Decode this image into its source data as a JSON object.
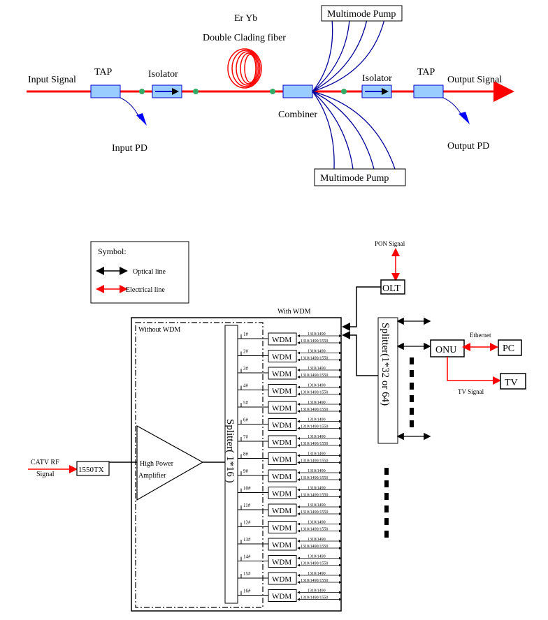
{
  "top_diagram": {
    "title_fiber_line1": "Er Yb",
    "title_fiber_line2": "Double Clading fiber",
    "input_signal": "Input Signal",
    "output_signal": "Output Signal",
    "tap_left": "TAP",
    "tap_right": "TAP",
    "isolator_left": "Isolator",
    "isolator_right": "Isolator",
    "combiner": "Combiner",
    "input_pd": "Input PD",
    "output_pd": "Output PD",
    "pump_top": "Multimode Pump",
    "pump_bottom": "Multimode Pump",
    "colors": {
      "signal": "#ff0000",
      "component_fill": "#99ccff",
      "component_stroke": "#0000cc",
      "splice": "#33aa66",
      "pump_fiber": "#000099",
      "pd": "#0000ff"
    }
  },
  "bottom_diagram": {
    "legend": {
      "title": "Symbol:",
      "optical": "Optical line",
      "electrical": "Electrical line"
    },
    "pon_signal": "PON  Signal",
    "olt": "OLT",
    "with_wdm": "With WDM",
    "without_wdm": "Without WDM",
    "catv_line1": "CATV RF",
    "catv_line2": "Signal",
    "tx": "1550TX",
    "amp_line1": "High Power",
    "amp_line2": "Amplifier",
    "splitter16": "Splitter( 1*16 )",
    "splitter32": "Splitter(1*32 or 64)",
    "onu": "ONU",
    "ethernet": "Ethernet",
    "pc": "PC",
    "tv": "TV",
    "tv_signal": "TV Signal",
    "wdm_label": "WDM",
    "port_labels": [
      "1#",
      "2#",
      "3#",
      "4#",
      "5#",
      "6#",
      "7#",
      "8#",
      "9#",
      "10#",
      "11#",
      "12#",
      "13#",
      "14#",
      "15#",
      "16#"
    ],
    "wave_top": "1310/1490",
    "wave_bottom": "1310/1490/1550",
    "colors": {
      "electrical": "#ff0000",
      "optical": "#000000"
    }
  }
}
